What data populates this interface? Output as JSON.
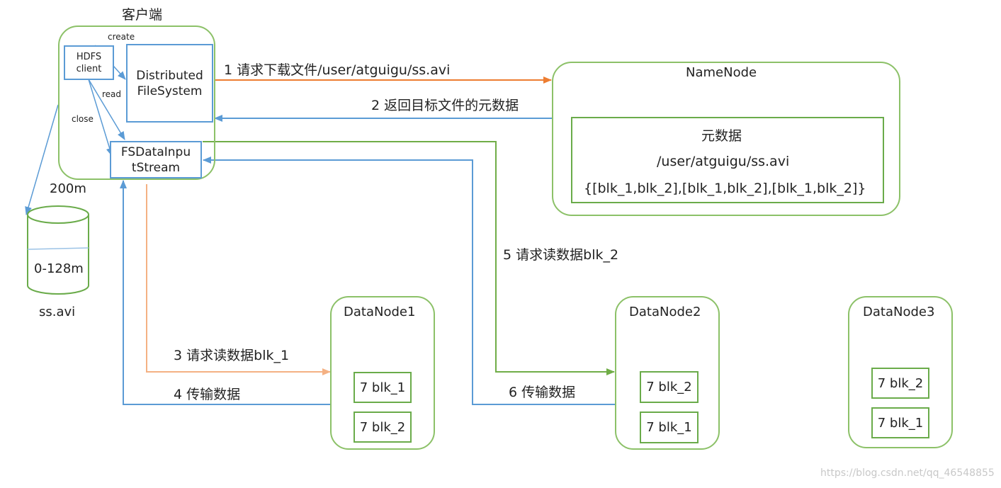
{
  "client": {
    "title": "客户端",
    "hdfs_client": "HDFS\nclient",
    "distributed_fs": "Distributed\nFileSystem",
    "fsdata_input": "FSDataInpu\ntStream",
    "create_label": "create",
    "read_label": "read",
    "close_label": "close"
  },
  "file": {
    "size_label": "200m",
    "block_range": "0-128m",
    "name": "ss.avi"
  },
  "namenode": {
    "title": "NameNode",
    "meta_title": "元数据",
    "meta_path": "/user/atguigu/ss.avi",
    "meta_blocks": "{[blk_1,blk_2],[blk_1,blk_2],[blk_1,blk_2]}"
  },
  "steps": {
    "s1": "1 请求下载文件/user/atguigu/ss.avi",
    "s2": "2 返回目标文件的元数据",
    "s3": "3 请求读数据blk_1",
    "s4": "4 传输数据",
    "s5": "5 请求读数据blk_2",
    "s6": "6 传输数据"
  },
  "datanodes": [
    {
      "title": "DataNode1",
      "blocks": [
        "7 blk_1",
        "7 blk_2"
      ]
    },
    {
      "title": "DataNode2",
      "blocks": [
        "7 blk_2",
        "7 blk_1"
      ]
    },
    {
      "title": "DataNode3",
      "blocks": [
        "7 blk_2",
        "7 blk_1"
      ]
    }
  ],
  "watermark": "https://blog.csdn.net/qq_46548855",
  "colors": {
    "green_border": "#6aab4a",
    "blue": "#5b9bd5",
    "orange": "#ed7d31",
    "light_orange": "#f4b183",
    "green_arrow": "#70ad47"
  }
}
